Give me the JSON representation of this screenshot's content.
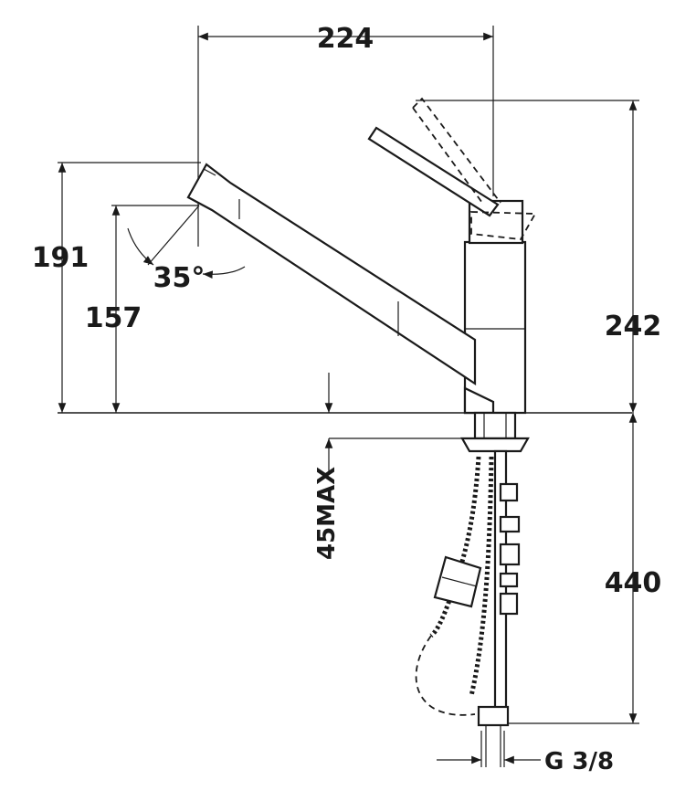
{
  "dimensions": {
    "width": "224",
    "height_total": "242",
    "spout_height": "191",
    "outlet_height": "157",
    "swivel_angle": "35°",
    "counter_thickness": "45MAX",
    "hose_length": "440",
    "connection": "G 3/8"
  }
}
